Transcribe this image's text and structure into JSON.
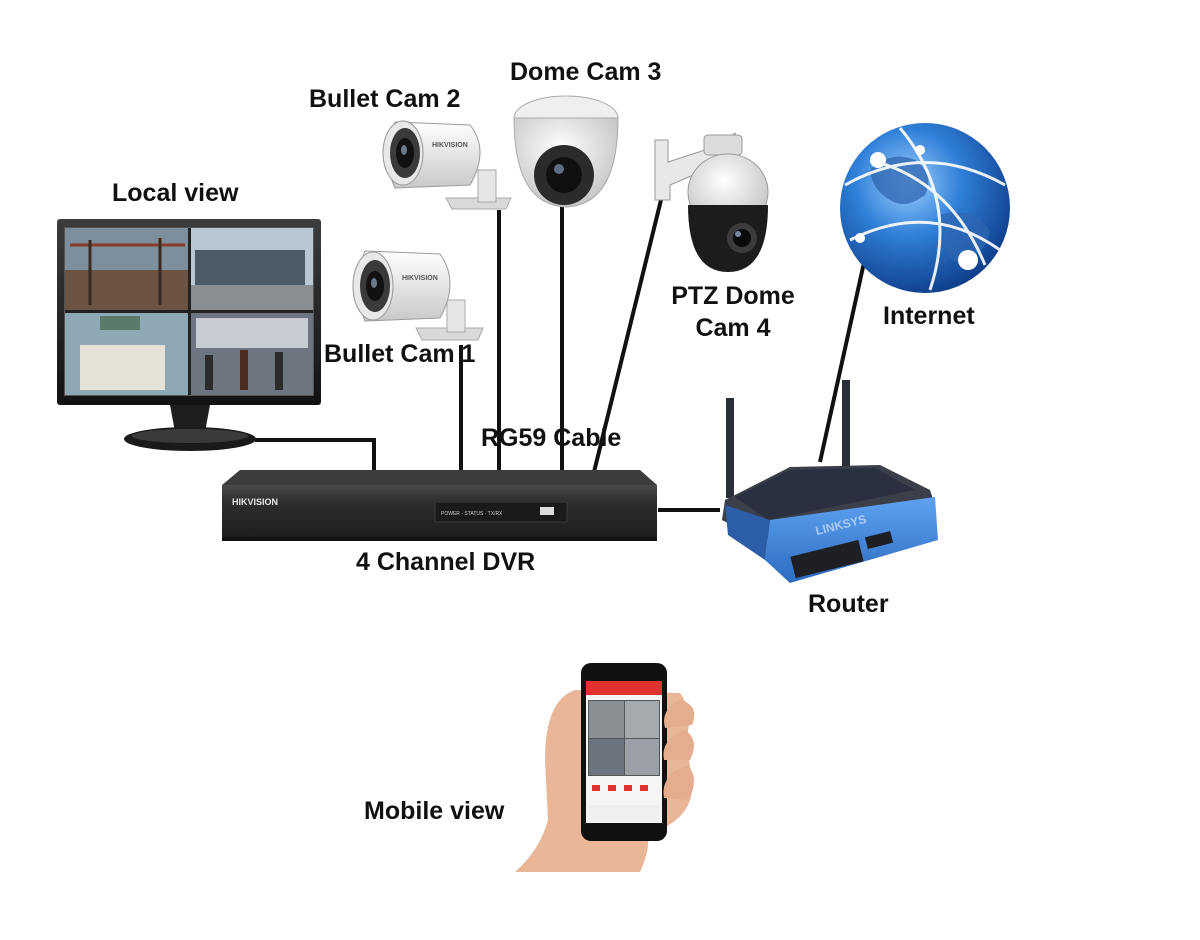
{
  "diagram": {
    "labels": {
      "local_view": "Local view",
      "bullet_cam_2": "Bullet Cam 2",
      "dome_cam_3": "Dome Cam 3",
      "bullet_cam_1": "Bullet Cam 1",
      "ptz_line1": "PTZ Dome",
      "ptz_line2": "Cam 4",
      "internet": "Internet",
      "rg59_cable": "RG59 Cable",
      "dvr": "4 Channel DVR",
      "router": "Router",
      "mobile_view": "Mobile view"
    },
    "device_text": {
      "dvr_brand": "HIKVISION",
      "dvr_panel": "POWER · STATUS · TX/RX",
      "cam_brand": "HIKVISION",
      "router_brand": "LINKSYS"
    },
    "colors": {
      "cable": "#111111",
      "router_blue": "#3a7fd5",
      "router_dark": "#2b3240",
      "globe_blue": "#1f63b8",
      "app_red": "#e0322f",
      "dvr_body": "#2d2d2d"
    }
  }
}
